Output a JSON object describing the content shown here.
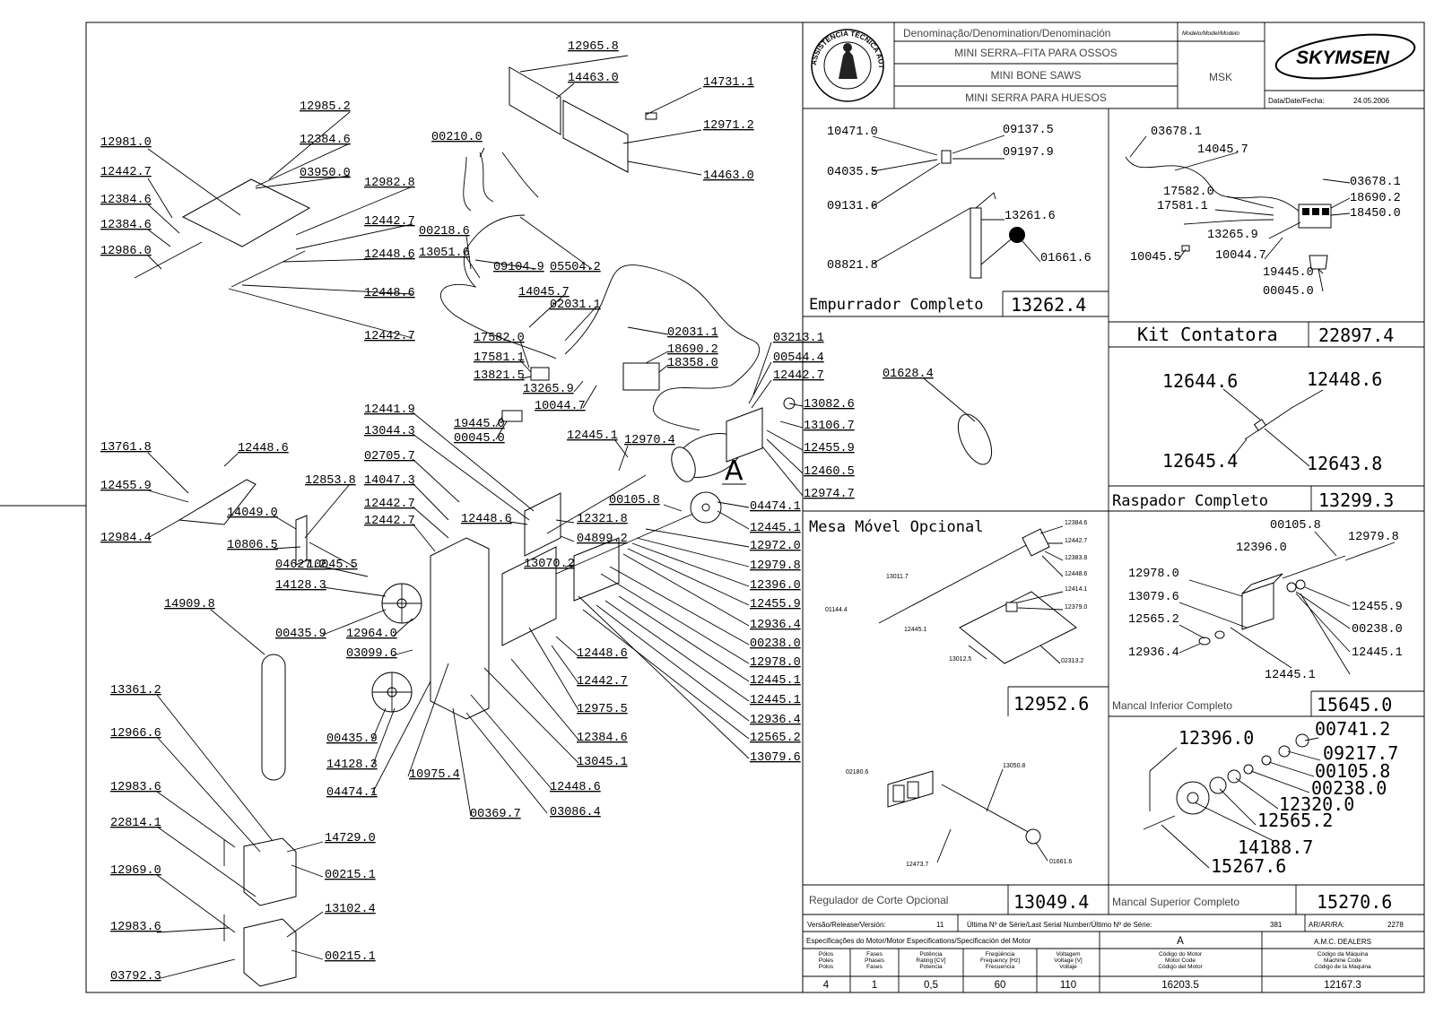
{
  "title_block": {
    "denomination_header": "Denominação/Denomination/Denominación",
    "model_header": "Modelo/Model/Modelo",
    "names": [
      "MINI SERRA–FITA PARA OSSOS",
      "MINI BONE SAWS",
      "MINI SERRA PARA HUESOS"
    ],
    "model": "MSK",
    "brand": "SKYMSEN",
    "date_label": "Data/Date/Fecha:",
    "date_value": "24.05.2006",
    "seal_text": "ASSISTÊNCIA TÉCNICA AUTORIZADA"
  },
  "subassemblies": [
    {
      "title": "Empurrador Completo",
      "code": "13262.4",
      "parts": [
        "10471.0",
        "09137.5",
        "09197.9",
        "04035.5",
        "09131.6",
        "13261.6",
        "01661.6",
        "08821.8"
      ]
    },
    {
      "title": "Kit Contatora",
      "code": "22897.4",
      "parts": [
        "03678.1",
        "14045.7",
        "03678.1",
        "18690.2",
        "18450.0",
        "17582.0",
        "17581.1",
        "13265.9",
        "10045.5",
        "10044.7",
        "19445.0",
        "00045.0"
      ]
    },
    {
      "title": "Raspador Completo",
      "code": "13299.3",
      "parts": [
        "12644.6",
        "12448.6",
        "12645.4",
        "12643.8"
      ]
    },
    {
      "title": "Mesa Móvel Opcional",
      "code": "12952.6",
      "parts": [
        "12384.6",
        "12442.7",
        "12383.8",
        "12448.6",
        "13011.7",
        "12414.1",
        "12379.0",
        "01144.4",
        "12445.1",
        "13012.5",
        "02313.2"
      ]
    },
    {
      "title": "Mancal Inferior Completo",
      "code": "15645.0",
      "parts": [
        "00105.8",
        "12979.8",
        "12396.0",
        "12978.0",
        "13079.6",
        "12455.9",
        "00238.0",
        "12565.2",
        "12936.4",
        "12445.1",
        "12445.1"
      ]
    },
    {
      "title": "Regulador de Corte Opcional",
      "code": "13049.4",
      "parts": [
        "02180.6",
        "13050.8",
        "12473.7",
        "01661.6"
      ]
    },
    {
      "title": "Mancal Superior Completo",
      "code": "15270.6",
      "parts": [
        "00741.2",
        "12396.0",
        "09217.7",
        "00105.8",
        "00238.0",
        "12320.0",
        "12565.2",
        "14188.7",
        "15267.6"
      ]
    }
  ],
  "release": {
    "version_label": "Versão/Release/Versión:",
    "version_value": "11",
    "serial_label": "Última Nº de Série/Last Serial Number/Último Nº de Série:",
    "serial_value": "381",
    "ar_label": "AR/AR/RA:",
    "ar_value": "2278"
  },
  "motor_spec": {
    "header": "Especificações do Motor/Motor Especifications/Specificación del Motor",
    "variant": "A",
    "dealers": "A.M.C. DEALERS",
    "columns": [
      {
        "label": "Pólos\nPoles\nPolos",
        "value": "4"
      },
      {
        "label": "Fases\nPhases\nFases",
        "value": "1"
      },
      {
        "label": "Potência\nRating [CV]\nPotencia",
        "value": "0,5"
      },
      {
        "label": "Freqüência\nFrequency [Hz]\nFrecuencia",
        "value": "60"
      },
      {
        "label": "Voltagem\nVoltage [V]\nVoltaje",
        "value": "110"
      },
      {
        "label": "Código do Motor\nMotor Code\nCódigo del Motor",
        "value": "16203.5"
      },
      {
        "label": "Código da Máquina\nMachine Code\nCódigo de la Maquina",
        "value": "12167.3"
      }
    ]
  },
  "main_labels": [
    "12965.8",
    "14463.0",
    "14731.1",
    "12971.2",
    "14463.0",
    "00210.0",
    "12985.2",
    "12981.0",
    "12384.6",
    "03950.0",
    "12442.7",
    "12384.6",
    "12982.8",
    "12384.6",
    "12442.7",
    "12986.0",
    "12448.6",
    "12448.6",
    "12442.7",
    "00218.6",
    "13051.6",
    "09104.9",
    "05504.2",
    "14045.7",
    "02031.1",
    "02031.1",
    "17582.0",
    "18690.2",
    "17581.1",
    "18358.0",
    "13821.5",
    "13265.9",
    "10044.7",
    "19445.0",
    "00045.0",
    "03213.1",
    "00544.4",
    "12442.7",
    "13082.6",
    "13106.7",
    "12455.9",
    "12460.5",
    "12974.7",
    "01628.4",
    "12441.9",
    "13044.3",
    "12445.1",
    "12970.4",
    "02705.7",
    "14047.3",
    "12448.6",
    "12321.8",
    "12442.7",
    "04899.2",
    "12442.7",
    "13070.2",
    "00105.8",
    "04474.1",
    "12445.1",
    "12972.0",
    "12979.8",
    "12396.0",
    "12455.9",
    "12936.4",
    "00238.0",
    "12978.0",
    "12445.1",
    "12445.1",
    "12936.4",
    "12565.2",
    "13079.6",
    "13761.8",
    "12448.6",
    "12455.9",
    "12853.8",
    "14049.0",
    "10806.5",
    "10045.5",
    "12984.4",
    "04627.2",
    "14128.3",
    "00435.9",
    "12964.0",
    "03099.6",
    "14909.8",
    "12448.6",
    "12442.7",
    "12975.5",
    "12384.6",
    "13045.1",
    "00435.9",
    "14128.3",
    "04474.1",
    "10975.4",
    "12448.6",
    "03086.4",
    "00369.7",
    "13361.2",
    "12966.6",
    "12983.6",
    "14729.0",
    "22814.1",
    "00215.1",
    "12969.0",
    "13102.4",
    "12983.6",
    "00215.1",
    "03792.3"
  ],
  "detail_mark": "A"
}
